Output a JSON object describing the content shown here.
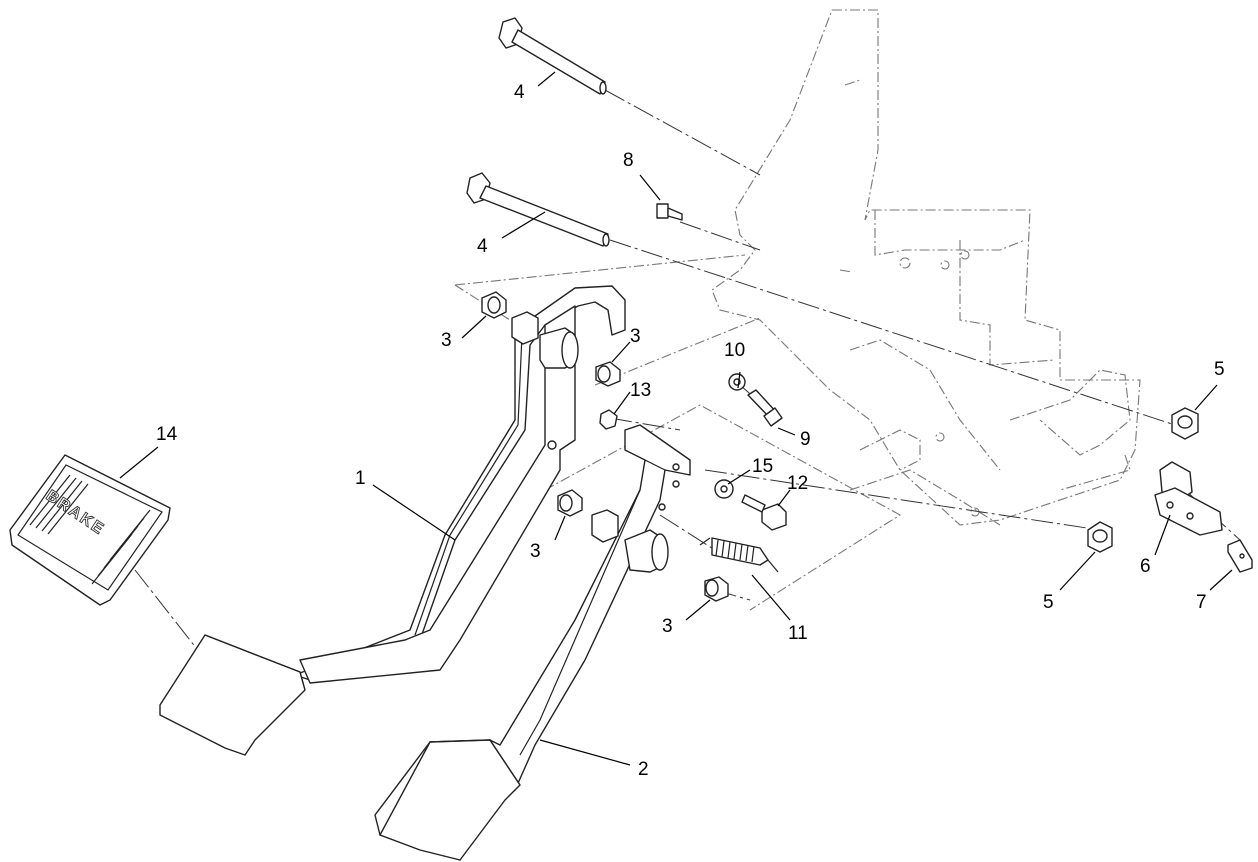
{
  "callouts": [
    {
      "id": "c1",
      "label": "1"
    },
    {
      "id": "c2",
      "label": "2"
    },
    {
      "id": "c3a",
      "label": "3"
    },
    {
      "id": "c3b",
      "label": "3"
    },
    {
      "id": "c3c",
      "label": "3"
    },
    {
      "id": "c3d",
      "label": "3"
    },
    {
      "id": "c4a",
      "label": "4"
    },
    {
      "id": "c4b",
      "label": "4"
    },
    {
      "id": "c5a",
      "label": "5"
    },
    {
      "id": "c5b",
      "label": "5"
    },
    {
      "id": "c6",
      "label": "6"
    },
    {
      "id": "c7",
      "label": "7"
    },
    {
      "id": "c8",
      "label": "8"
    },
    {
      "id": "c9",
      "label": "9"
    },
    {
      "id": "c10",
      "label": "10"
    },
    {
      "id": "c11",
      "label": "11"
    },
    {
      "id": "c12",
      "label": "12"
    },
    {
      "id": "c13",
      "label": "13"
    },
    {
      "id": "c14",
      "label": "14"
    },
    {
      "id": "c15",
      "label": "15"
    }
  ],
  "brake_pad_text": "BRAKE"
}
